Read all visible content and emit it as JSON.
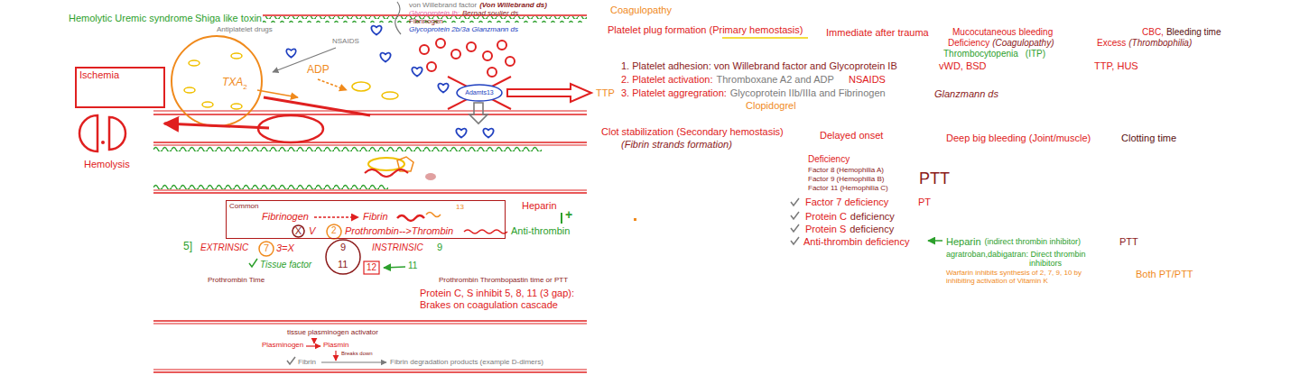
{
  "diagram": {
    "nodes": [
      {
        "text": [
          "Ischemia"
        ]
      },
      {
        "text": [
          "Adamts13"
        ]
      },
      {
        "text": [
          "Common"
        ]
      },
      {
        "text": [
          "X"
        ],
        "in": 2
      }
    ],
    "labels": [
      "Hemolytic Uremic syndrome",
      "Shiga like toxin",
      "von Willebrand factor",
      "(Von Willebrand ds)",
      "Glycoprotein Ib:",
      "Bernad soulier ds",
      "Fibrinogen",
      "Glycoprotein 2b/3a Glanzmann ds",
      "Antiplatelet drugs",
      "NSAIDS",
      "TXA",
      "2",
      "ADP",
      "TTP",
      "Hemolysis",
      "Fibrinogen",
      "Fibrin",
      "13",
      "V",
      "2",
      "Prothrombin-->Thrombin",
      "Heparin",
      "+",
      "Anti-thrombin",
      "5]",
      "EXTRINSIC",
      "7",
      "3=X",
      "9",
      "INSTRINSIC",
      "9",
      "Tissue factor",
      "11",
      "12",
      "11",
      "Prothrombin Time",
      "Prothrombin Thrombopastin time or PTT",
      "Protein C, S inhibit 5, 8, 11 (3 gap):",
      "Brakes on coagulation cascade",
      "tissue plasminogen activator",
      "Plasminogen",
      "Plasmin",
      "Breaks down",
      "Fibrin",
      "Fibrin degradation products (example D-dimers)",
      "Coagulopathy",
      "Platelet plug formation (Primary hemostasis)",
      "Immediate after trauma",
      "Mucocutaneous bleeding",
      "CBC,",
      "Bleeding time",
      "Deficiency",
      "(Coagulopathy)",
      "Excess",
      "(Thrombophilia)",
      "Thrombocytopenia",
      "(ITP)",
      "1. Platelet adhesion: von Willebrand factor and Glycoprotein IB",
      "vWD, BSD",
      "TTP, HUS",
      "2. Platelet activation:",
      "Thromboxane A2 and ADP",
      "NSAIDS",
      "3. Platelet aggregration:",
      "Glycoprotein IIb/IIIa and Fibrinogen",
      "Glanzmann ds",
      "Clopidogrel",
      "Clot stabilization (Secondary hemostasis)",
      "(Fibrin strands formation)",
      "Delayed onset",
      "Deep big bleeding (Joint/muscle)",
      "Clotting time",
      "Deficiency",
      "Factor 8 (Hemophilia A)",
      "Factor 9 (Hemophilia B)",
      "Factor 11 (Hemophilia C)",
      "PTT",
      "Factor 7 deficiency",
      "PT",
      "Protein C",
      "deficiency",
      "Protein S",
      "deficiency",
      "Anti-thrombin deficiency",
      "Heparin",
      "(indirect thrombin inhibitor)",
      "PTT",
      "agratroban,dabigatran: Direct thrombin",
      "inhibitors",
      "Warfarin inhibits synthesis of 2, 7, 9, 10 by",
      "inhibiting activation of Vitamin K",
      "Both PT/PTT"
    ]
  }
}
